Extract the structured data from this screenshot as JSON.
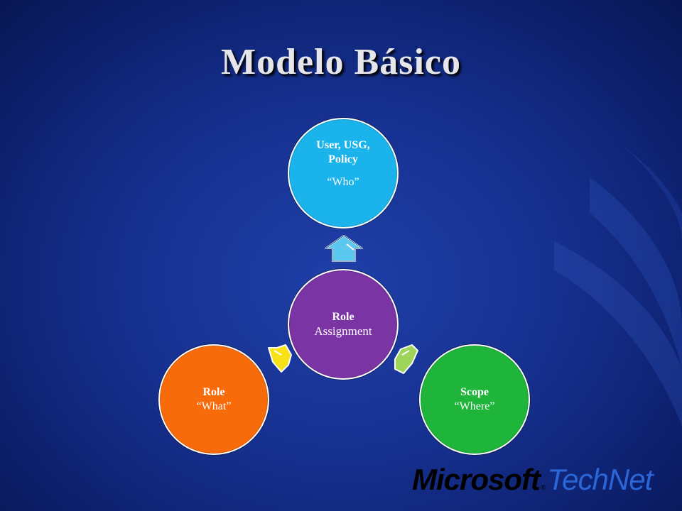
{
  "slide": {
    "title": "Modelo Básico"
  },
  "diagram": {
    "who": {
      "line1": "User, USG, Policy",
      "line2": "“Who”",
      "color": "#1ab3ec"
    },
    "assignment": {
      "line1": "Role",
      "line2": "Assignment",
      "color": "#7a34a3"
    },
    "what": {
      "line1": "Role",
      "line2": "“What”",
      "color": "#f86b0a"
    },
    "where": {
      "line1": "Scope",
      "line2": "“Where”",
      "color": "#1fb53b"
    },
    "arrow_colors": {
      "up": "#5cc7ef",
      "left": "#f7e218",
      "right": "#9fd45a"
    }
  },
  "logo": {
    "brand": "Microsoft",
    "registered": "®",
    "product": "TechNet"
  }
}
